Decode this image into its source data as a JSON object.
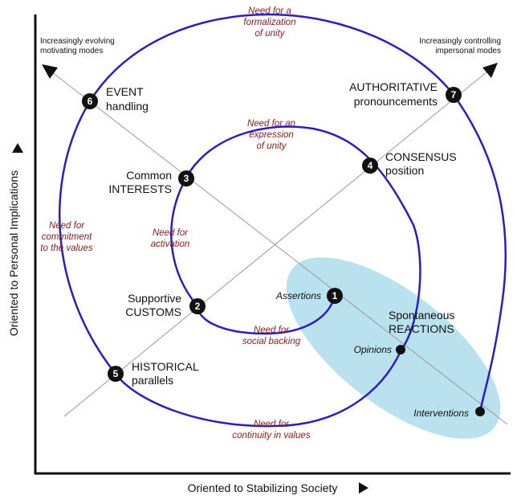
{
  "axes": {
    "x_label": "Oriented to Stabilizing Society",
    "y_label": "Oriented to Personal Implications"
  },
  "diagonals": {
    "left_top": [
      "Increasingly evolving",
      "motivating modes"
    ],
    "right_top": [
      "Increasingly controlling",
      "impersonal modes"
    ]
  },
  "nodes": [
    {
      "n": "1",
      "lines": [
        "Assertions"
      ]
    },
    {
      "n": "2",
      "lines": [
        "Supportive",
        "CUSTOMS"
      ]
    },
    {
      "n": "3",
      "lines": [
        "Common",
        "INTERESTS"
      ]
    },
    {
      "n": "4",
      "lines": [
        "CONSENSUS",
        "position"
      ]
    },
    {
      "n": "5",
      "lines": [
        "HISTORICAL",
        "parallels"
      ]
    },
    {
      "n": "6",
      "lines": [
        "EVENT",
        "handling"
      ]
    },
    {
      "n": "7",
      "lines": [
        "AUTHORITATIVE",
        "pronouncements"
      ]
    }
  ],
  "points": [
    "Opinions",
    "Interventions"
  ],
  "spontaneous": [
    "Spontaneous",
    "REACTIONS"
  ],
  "needs": {
    "formalization": [
      "Need for a",
      "formalization",
      "of unity"
    ],
    "expression": [
      "Need for an",
      "expression",
      "of unity"
    ],
    "activation": [
      "Need for",
      "activation"
    ],
    "social": [
      "Need for",
      "social backing"
    ],
    "commitment": [
      "Need for",
      "commitment",
      "to the values"
    ],
    "continuity": [
      "Need for",
      "continuity in values"
    ]
  },
  "colors": {
    "spiral": "#2a1fb8",
    "ellipse": "#b9e1ee",
    "need_text": "#8b1a1a"
  }
}
